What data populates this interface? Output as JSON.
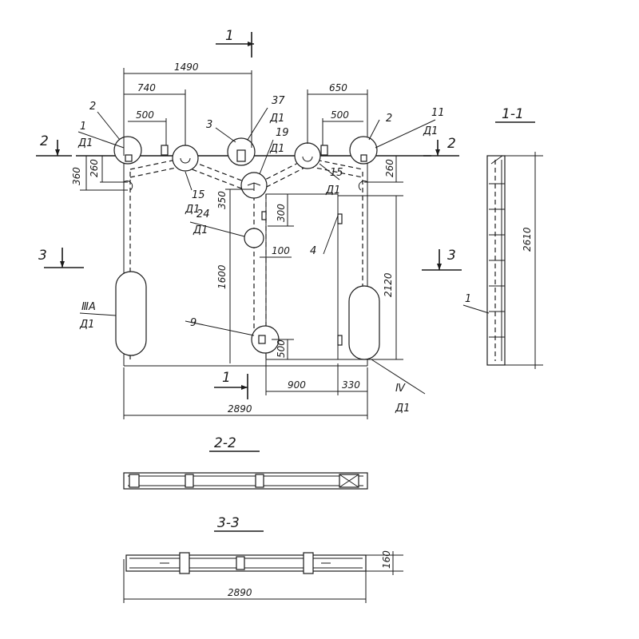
{
  "dimensions": {
    "d1490": "1490",
    "d740": "740",
    "d650": "650",
    "d500a": "500",
    "d500b": "500",
    "d360": "360",
    "d260a": "260",
    "d260b": "260",
    "d350": "350",
    "d300": "300",
    "d100": "100",
    "d1600": "1600",
    "d2120": "2120",
    "d500c": "500",
    "d900": "900",
    "d330": "330",
    "d2890": "2890",
    "d2610": "2610",
    "d160": "160",
    "d2890b": "2890"
  },
  "callouts": {
    "c2a": "2",
    "c1": "1",
    "c1_sub": "Д1",
    "c3": "3",
    "c37": "37",
    "c37_sub": "Д1",
    "c19": "19",
    "c19_sub": "Д1",
    "c11": "11",
    "c11_sub": "Д1",
    "c2b": "2",
    "c15a": "15",
    "c15a_sub": "Д1",
    "c15b": "15",
    "c15b_sub": "Д1",
    "c24": "24",
    "c24_sub": "Д1",
    "c4": "4",
    "c9": "9",
    "c3A": "ⅢA",
    "c3A_sub": "Д1",
    "c4IV": "Ⅳ",
    "c4IV_sub": "Д1"
  },
  "sections": {
    "cut1_top": "1",
    "cut1_bottom": "1",
    "cut2_left": "2",
    "cut2_right": "2",
    "cut3_left": "3",
    "cut3_right": "3",
    "title11": "1-1",
    "title22": "2-2",
    "title33": "3-3"
  }
}
